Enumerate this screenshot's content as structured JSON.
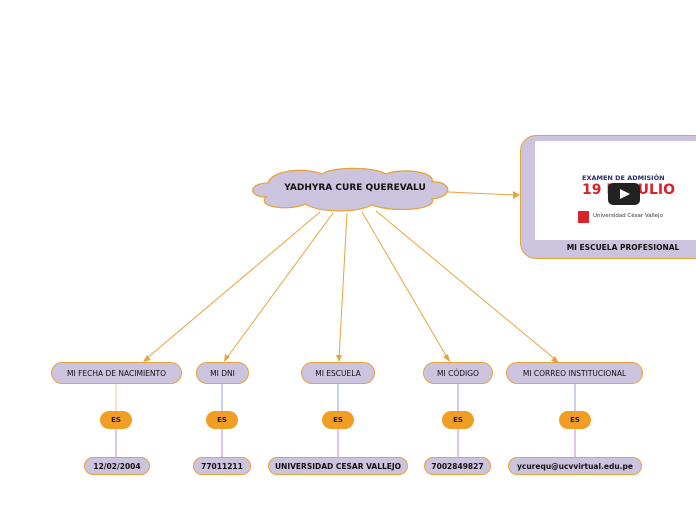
{
  "root": {
    "label": "YADHYRA CURE QUEREVALU"
  },
  "video": {
    "caption": "MI ESCUELA PROFESIONAL",
    "thumb_line1": "EXAMEN DE ADMISIÓN",
    "thumb_line2": "19 DE JULIO",
    "thumb_line3": "Universidad César Vallejo"
  },
  "branches": [
    {
      "label": "MI FECHA DE NACIMIENTO",
      "link": "ES",
      "value": "12/02/2004"
    },
    {
      "label": "MI DNI",
      "link": "ES",
      "value": "77011211"
    },
    {
      "label": "MI ESCUELA",
      "link": "ES",
      "value": "UNIVERSIDAD CESAR VALLEJO"
    },
    {
      "label": "MI CÓDIGO",
      "link": "ES",
      "value": "7002849827"
    },
    {
      "label": "MI CORREO INSTITUCIONAL",
      "link": "ES",
      "value": "ycurequ@ucvvirtual.edu.pe"
    }
  ],
  "colors": {
    "node_fill": "#ccc3df",
    "node_border": "#e8a33a",
    "connector": "#e8a33a",
    "link_node": "#f09e24",
    "value_connector": "#c98ad8",
    "label_connector": "#8fa6e0"
  }
}
